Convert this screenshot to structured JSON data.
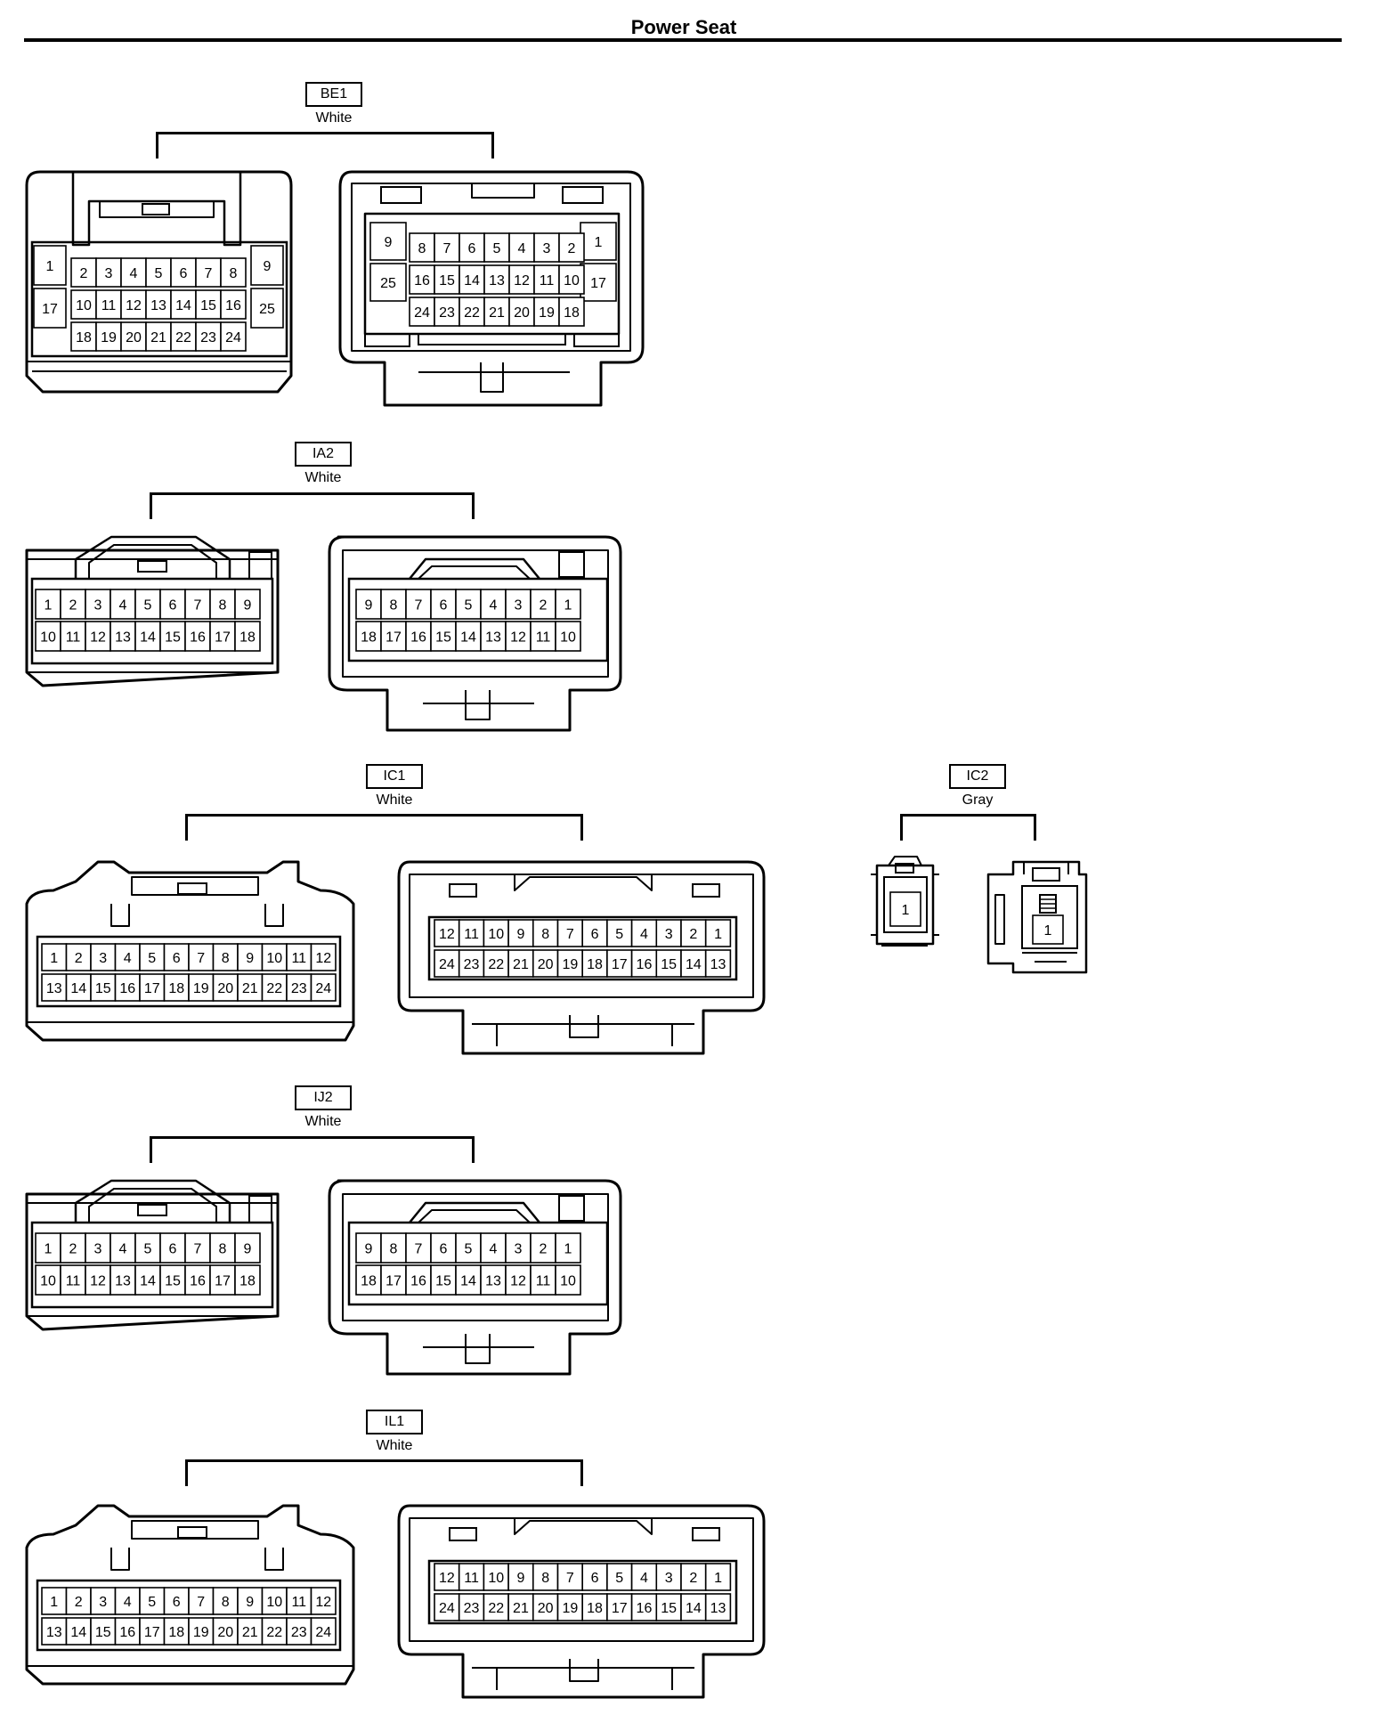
{
  "title": "Power Seat",
  "connectors": [
    {
      "id": "be1",
      "code": "BE1",
      "color": "White",
      "left_rows": [
        [
          "1",
          "2",
          "3",
          "4",
          "5",
          "6",
          "7",
          "8",
          "9"
        ],
        [
          "17",
          "10",
          "11",
          "12",
          "13",
          "14",
          "15",
          "16",
          "25"
        ],
        [
          "18",
          "19",
          "20",
          "21",
          "22",
          "23",
          "24"
        ]
      ],
      "right_rows": [
        [
          "9",
          "8",
          "7",
          "6",
          "5",
          "4",
          "3",
          "2",
          "1"
        ],
        [
          "25",
          "16",
          "15",
          "14",
          "13",
          "12",
          "11",
          "10",
          "17"
        ],
        [
          "24",
          "23",
          "22",
          "21",
          "20",
          "19",
          "18"
        ]
      ]
    },
    {
      "id": "ia2",
      "code": "IA2",
      "color": "White",
      "left_rows": [
        [
          "1",
          "2",
          "3",
          "4",
          "5",
          "6",
          "7",
          "8",
          "9"
        ],
        [
          "10",
          "11",
          "12",
          "13",
          "14",
          "15",
          "16",
          "17",
          "18"
        ]
      ],
      "right_rows": [
        [
          "9",
          "8",
          "7",
          "6",
          "5",
          "4",
          "3",
          "2",
          "1"
        ],
        [
          "18",
          "17",
          "16",
          "15",
          "14",
          "13",
          "12",
          "11",
          "10"
        ]
      ]
    },
    {
      "id": "ic1",
      "code": "IC1",
      "color": "White",
      "left_rows": [
        [
          "1",
          "2",
          "3",
          "4",
          "5",
          "6",
          "7",
          "8",
          "9",
          "10",
          "11",
          "12"
        ],
        [
          "13",
          "14",
          "15",
          "16",
          "17",
          "18",
          "19",
          "20",
          "21",
          "22",
          "23",
          "24"
        ]
      ],
      "right_rows": [
        [
          "12",
          "11",
          "10",
          "9",
          "8",
          "7",
          "6",
          "5",
          "4",
          "3",
          "2",
          "1"
        ],
        [
          "24",
          "23",
          "22",
          "21",
          "20",
          "19",
          "18",
          "17",
          "16",
          "15",
          "14",
          "13"
        ]
      ]
    },
    {
      "id": "ic2",
      "code": "IC2",
      "color": "Gray",
      "left_rows": [
        [
          "1"
        ]
      ],
      "right_rows": [
        [
          "1"
        ]
      ]
    },
    {
      "id": "ij2",
      "code": "IJ2",
      "color": "White",
      "left_rows": [
        [
          "1",
          "2",
          "3",
          "4",
          "5",
          "6",
          "7",
          "8",
          "9"
        ],
        [
          "10",
          "11",
          "12",
          "13",
          "14",
          "15",
          "16",
          "17",
          "18"
        ]
      ],
      "right_rows": [
        [
          "9",
          "8",
          "7",
          "6",
          "5",
          "4",
          "3",
          "2",
          "1"
        ],
        [
          "18",
          "17",
          "16",
          "15",
          "14",
          "13",
          "12",
          "11",
          "10"
        ]
      ]
    },
    {
      "id": "il1",
      "code": "IL1",
      "color": "White",
      "left_rows": [
        [
          "1",
          "2",
          "3",
          "4",
          "5",
          "6",
          "7",
          "8",
          "9",
          "10",
          "11",
          "12"
        ],
        [
          "13",
          "14",
          "15",
          "16",
          "17",
          "18",
          "19",
          "20",
          "21",
          "22",
          "23",
          "24"
        ]
      ],
      "right_rows": [
        [
          "12",
          "11",
          "10",
          "9",
          "8",
          "7",
          "6",
          "5",
          "4",
          "3",
          "2",
          "1"
        ],
        [
          "24",
          "23",
          "22",
          "21",
          "20",
          "19",
          "18",
          "17",
          "16",
          "15",
          "14",
          "13"
        ]
      ]
    }
  ]
}
